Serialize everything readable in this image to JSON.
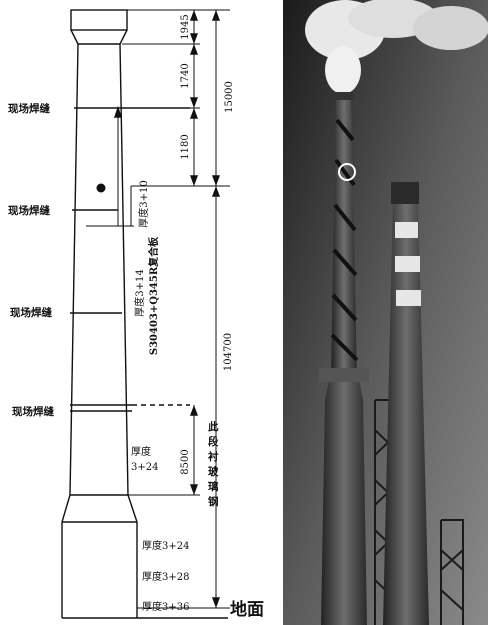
{
  "weld_labels": [
    "现场焊缝",
    "现场焊缝",
    "现场焊缝",
    "现场焊缝"
  ],
  "dimensions": {
    "d1945": "1945",
    "d1740": "1740",
    "d1180": "1180",
    "d15000": "15000",
    "d104700": "104700",
    "d8500": "8500"
  },
  "thickness": {
    "upper": "厚度3+10",
    "mid_line1": "厚度3+14",
    "mid_line2": "S30403+Q345R复合板",
    "lower_line1": "厚度",
    "lower_line2": "3+24",
    "base1": "厚度3+24",
    "base2": "厚度3+28",
    "base3": "厚度3+36"
  },
  "lining_note": "此段衬玻璃钢",
  "ground_label": "地面",
  "colors": {
    "line": "#111111",
    "background": "#ffffff"
  }
}
